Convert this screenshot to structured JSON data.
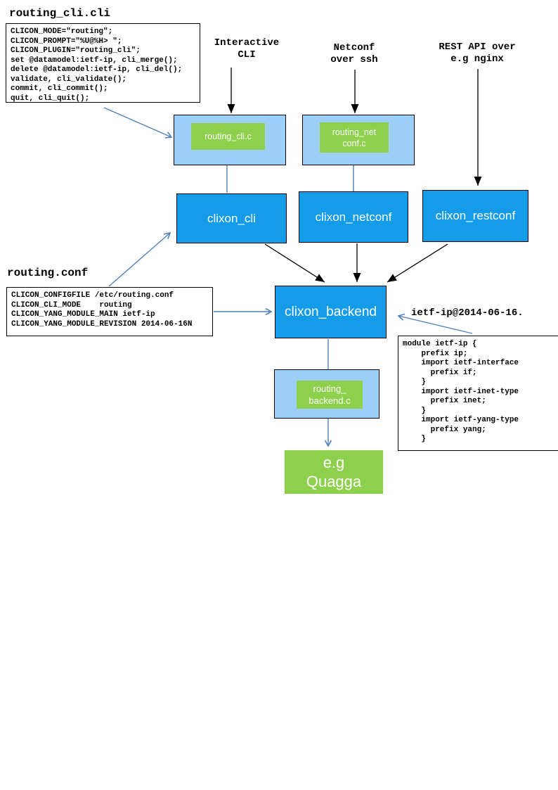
{
  "colors": {
    "node_blue": "#149CE8",
    "node_light_blue": "#9DCFFB",
    "node_green": "#8CD04C",
    "arrow_blue": "#4F81BD",
    "arrow_black": "#000000"
  },
  "headings": {
    "routing_cli_file": "routing_cli.cli",
    "routing_conf_file": "routing.conf",
    "ietf_ip_file": "ietf-ip@2014-06-16."
  },
  "top_labels": {
    "interactive_cli": [
      "Interactive",
      "CLI"
    ],
    "netconf_over_ssh": [
      "Netconf",
      "over ssh"
    ],
    "rest_api": [
      "REST API over",
      "e.g nginx"
    ]
  },
  "code_blocks": {
    "routing_cli_cli": [
      "CLICON_MODE=\"routing\";",
      "CLICON_PROMPT=\"%U@%H> \";",
      "CLICON_PLUGIN=\"routing_cli\";",
      "set @datamodel:ietf-ip, cli_merge();",
      "delete @datamodel:ietf-ip, cli_del();",
      "validate, cli_validate();",
      "commit, cli_commit();",
      "quit, cli_quit();"
    ],
    "routing_conf": [
      "CLICON_CONFIGFILE /etc/routing.conf",
      "CLICON_CLI_MODE    routing",
      "CLICON_YANG_MODULE_MAIN ietf-ip",
      "CLICON_YANG_MODULE_REVISION 2014-06-16N"
    ],
    "ietf_ip_module": [
      "module ietf-ip {",
      "    prefix ip;",
      "    import ietf-interface",
      "      prefix if;",
      "    }",
      "    import ietf-inet-type",
      "      prefix inet;",
      "    }",
      "    import ietf-yang-type",
      "      prefix yang;",
      "    }"
    ]
  },
  "nodes": {
    "routing_cli_c": "routing_cli.c",
    "routing_netconf_c": [
      "routing_net",
      "conf.c"
    ],
    "clixon_cli": "clixon_cli",
    "clixon_netconf": "clixon_netconf",
    "clixon_restconf": "clixon_restconf",
    "clixon_backend": "clixon_backend",
    "routing_backend_c": [
      "routing_",
      "backend.c"
    ],
    "quagga": [
      "e.g",
      "Quagga"
    ]
  }
}
